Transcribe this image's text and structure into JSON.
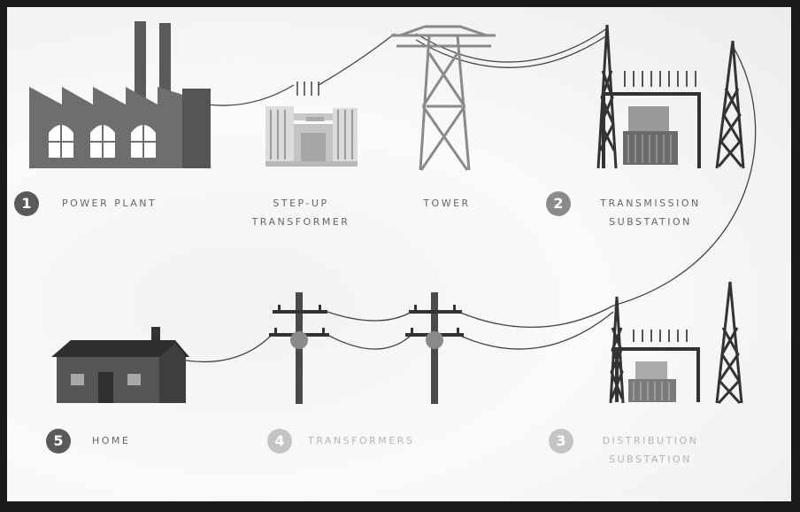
{
  "steps": [
    {
      "number": "1",
      "label": "POWER PLANT"
    },
    {
      "number": "",
      "label_line1": "STEP-UP",
      "label_line2": "TRANSFORMER"
    },
    {
      "number": "",
      "label": "TOWER"
    },
    {
      "number": "2",
      "label_line1": "TRANSMISSION",
      "label_line2": "SUBSTATION"
    },
    {
      "number": "3",
      "label_line1": "DISTRIBUTION",
      "label_line2": "SUBSTATION"
    },
    {
      "number": "4",
      "label": "TRANSFORMERS"
    },
    {
      "number": "5",
      "label": "HOME"
    }
  ],
  "colors": {
    "dark": "#555555",
    "mid": "#707070",
    "light": "#a8a8a8",
    "badge_dark": "#5a5a5a",
    "badge_mid": "#8a8a8a",
    "badge_light": "#c4c4c4"
  }
}
